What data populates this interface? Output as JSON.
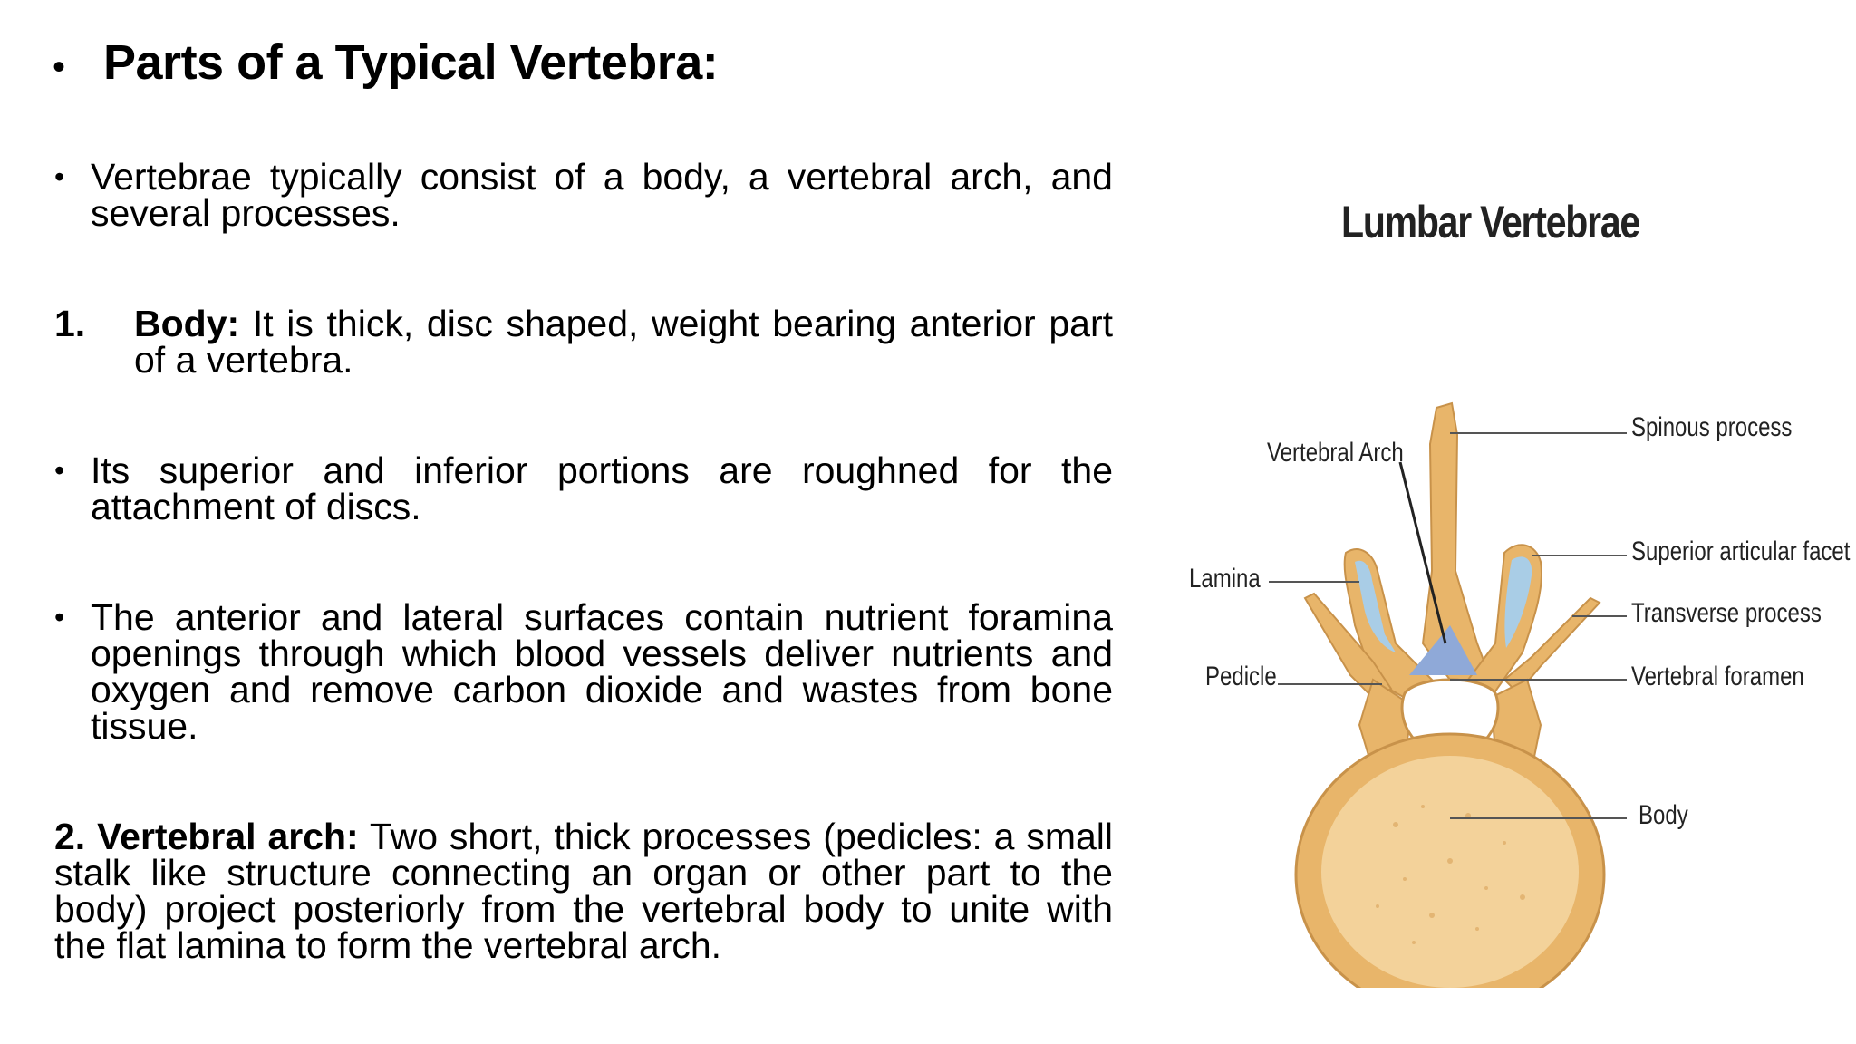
{
  "title": "Parts of a Typical Vertebra:",
  "bullets": {
    "title": "•",
    "p1": "•",
    "p3": "•",
    "p4": "•"
  },
  "paragraphs": {
    "p1": "Vertebrae typically consist of a body, a vertebral arch, and several processes.",
    "p2_num": "1.",
    "p2_label": "Body:",
    "p2_text": " It is thick, disc shaped, weight bearing anterior part of a vertebra.",
    "p3": "Its superior and inferior portions are roughned for the attachment of discs.",
    "p4": "The anterior and lateral surfaces contain nutrient foramina openings through which blood vessels deliver nutrients and oxygen and remove carbon dioxide and wastes from bone tissue.",
    "p5_label": "2. Vertebral arch:",
    "p5_text": " Two short, thick processes (pedicles: a small stalk like structure connecting an organ or other part to the body) project posteriorly from the vertebral body to unite with the flat lamina to form the vertebral arch."
  },
  "figure": {
    "title": "Lumbar Vertebrae",
    "labels": {
      "spinous": "Spinous process",
      "arch": "Vertebral Arch",
      "superior": "Superior articular facet",
      "lamina": "Lamina",
      "transverse": "Transverse process",
      "pedicle": "Pedicle",
      "foramen": "Vertebral foramen",
      "body": "Body"
    },
    "colors": {
      "bone": "#e8b56a",
      "bone_light": "#f3d29a",
      "bone_edge": "#c8924a",
      "cartilage": "#a9cde6",
      "arch_highlight": "#8fa9d8"
    }
  }
}
